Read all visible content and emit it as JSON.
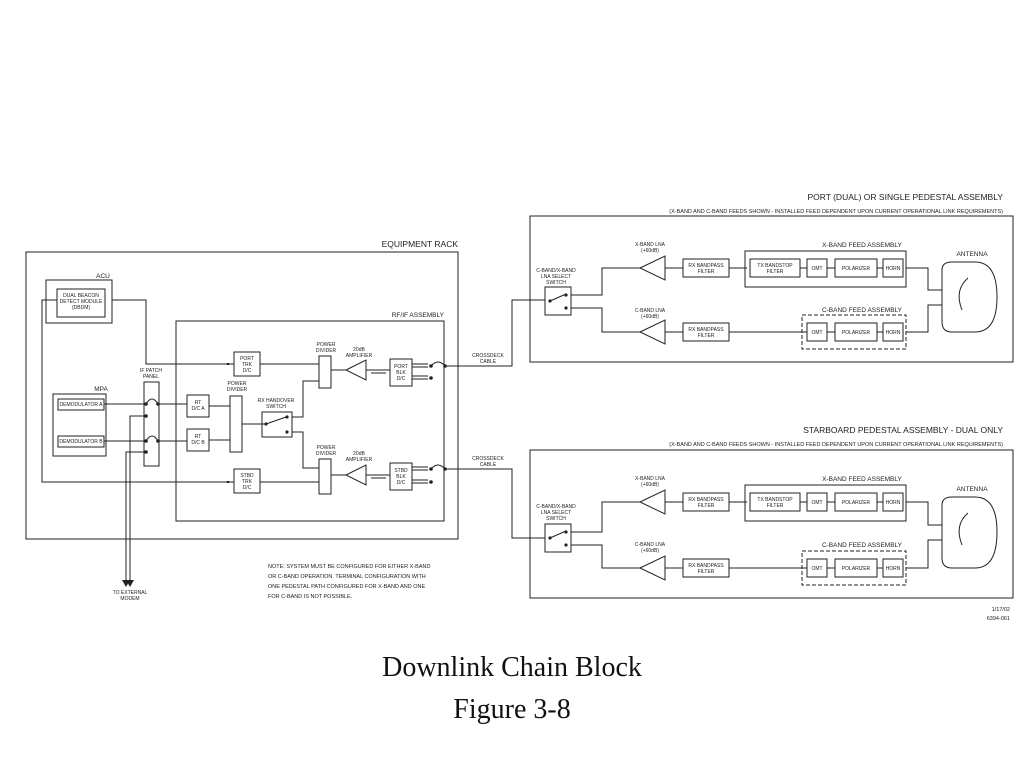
{
  "caption": {
    "line1": "Downlink Chain Block",
    "line2": "Figure 3-8"
  },
  "diagram": {
    "port_assembly": {
      "title": "PORT (DUAL) OR SINGLE PEDESTAL ASSEMBLY",
      "subtitle": "(X-BAND AND C-BAND FEEDS SHOWN - INSTALLED FEED DEPENDENT UPON CURRENT OPERATIONAL LINK REQUIREMENTS)",
      "switch": [
        "C-BAND/X-BAND",
        "LNA SELECT",
        "SWITCH"
      ],
      "x_lna": [
        "X-BAND LNA",
        "(+60dB)"
      ],
      "c_lna": [
        "C-BAND LNA",
        "(+60dB)"
      ],
      "x_filter": [
        "RX BANDPASS",
        "FILTER"
      ],
      "c_filter": [
        "RX BANDPASS",
        "FILTER"
      ],
      "x_feed": "X-BAND FEED ASSEMBLY",
      "c_feed": "C-BAND FEED ASSEMBLY",
      "tx_bandstop": [
        "TX BANDSTOP",
        "FILTER"
      ],
      "omt": "OMT",
      "polarizer": "POLARIZER",
      "horn": "HORN",
      "antenna": "ANTENNA"
    },
    "starboard_assembly": {
      "title": "STARBOARD PEDESTAL ASSEMBLY - DUAL ONLY",
      "subtitle": "(X-BAND AND C-BAND FEEDS SHOWN - INSTALLED FEED DEPENDENT UPON CURRENT OPERATIONAL LINK REQUIREMENTS)",
      "switch": [
        "C-BAND/X-BAND",
        "LNA SELECT",
        "SWITCH"
      ],
      "x_lna": [
        "X-BAND LNA",
        "(+60dB)"
      ],
      "c_lna": [
        "C-BAND LNA",
        "(+60dB)"
      ],
      "x_filter": [
        "RX BANDPASS",
        "FILTER"
      ],
      "c_filter": [
        "RX BANDPASS",
        "FILTER"
      ],
      "x_feed": "X-BAND FEED ASSEMBLY",
      "c_feed": "C-BAND FEED ASSEMBLY",
      "tx_bandstop": [
        "TX BANDSTOP",
        "FILTER"
      ],
      "omt": "OMT",
      "polarizer": "POLARIZER",
      "horn": "HORN",
      "antenna": "ANTENNA"
    },
    "rack": {
      "title": "EQUIPMENT RACK",
      "acu_title": "ACU",
      "dbdm": [
        "DUAL BEACON",
        "DETECT MODULE",
        "(DBDM)"
      ],
      "mpa_title": "MPA",
      "demod_a": "DEMODULATOR A",
      "demod_b": "DEMODULATOR B",
      "patch_panel": [
        "IF PATCH",
        "PANEL"
      ],
      "to_external": [
        "TO EXTERNAL",
        "MODEM"
      ],
      "rfif_title": "RF/IF ASSEMBLY",
      "port_trk": [
        "PORT",
        "TRK",
        "D/C"
      ],
      "stbd_trk": [
        "STBD",
        "TRK",
        "D/C"
      ],
      "rt_dca": [
        "RT",
        "D/C A"
      ],
      "rt_dcb": [
        "RT",
        "D/C B"
      ],
      "main_divider": [
        "POWER",
        "DIVIDER"
      ],
      "rx_handover": [
        "RX HANDOVER",
        "SWITCH"
      ],
      "port_divider": [
        "POWER",
        "DIVIDER"
      ],
      "stbd_divider": [
        "POWER",
        "DIVIDER"
      ],
      "port_amp": [
        "20dB",
        "AMPLIFIER"
      ],
      "stbd_amp": [
        "20dB",
        "AMPLIFIER"
      ],
      "port_blk": [
        "PORT",
        "BLK",
        "D/C"
      ],
      "stbd_blk": [
        "STBD",
        "BLK",
        "D/C"
      ],
      "cable_port": [
        "CROSSDECK",
        "CABLE"
      ],
      "cable_stbd": [
        "CROSSDECK",
        "CABLE"
      ]
    },
    "note": [
      "NOTE:  SYSTEM MUST BE CONFIGURED FOR EITHER X-BAND",
      "OR C-BAND OPERATION.  TERMINAL CONFIGURATION WITH",
      "ONE PEDESTAL PATH CONFIGURED FOR X-BAND AND ONE",
      "FOR C-BAND IS NOT POSSIBLE."
    ],
    "doc_date": "1/17/02",
    "doc_number": "6394-061"
  }
}
